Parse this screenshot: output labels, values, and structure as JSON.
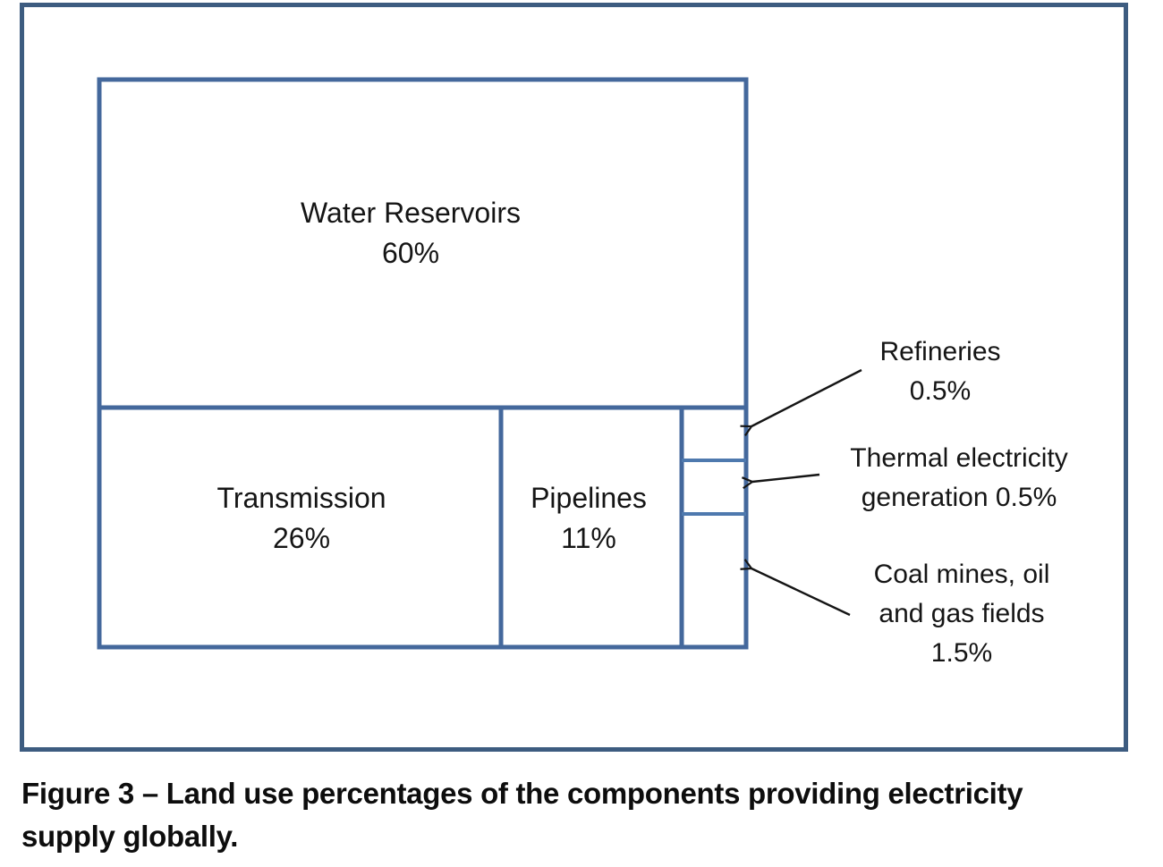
{
  "figure": {
    "caption_line1": "Figure 3 – Land use percentages of the components providing electricity",
    "caption_line2": "supply globally.",
    "colors": {
      "outer_frame": "#3d5c80",
      "treemap_line": "#44689c",
      "treemap_thin_line": "#4e79ae",
      "arrow": "#151515",
      "text": "#151515",
      "background": "#ffffff"
    }
  },
  "chart_data": {
    "type": "treemap",
    "title": "Land use percentages of the components providing electricity supply globally",
    "legend_position": "none",
    "segments": [
      {
        "label": "Water Reservoirs",
        "value_pct": 60,
        "value_label": "60%"
      },
      {
        "label": "Transmission",
        "value_pct": 26,
        "value_label": "26%"
      },
      {
        "label": "Pipelines",
        "value_pct": 11,
        "value_label": "11%"
      },
      {
        "label": "Refineries",
        "value_pct": 0.5,
        "value_label": "0.5%"
      },
      {
        "label": "Thermal electricity generation",
        "value_pct": 0.5,
        "value_label": "0.5%"
      },
      {
        "label": "Coal mines, oil and gas fields",
        "value_pct": 1.5,
        "value_label": "1.5%"
      }
    ]
  },
  "treemap_labels": {
    "water": {
      "line1": "Water Reservoirs",
      "line2": "60%"
    },
    "transmission": {
      "line1": "Transmission",
      "line2": "26%"
    },
    "pipelines": {
      "line1": "Pipelines",
      "line2": "11%"
    }
  },
  "callouts": {
    "refineries": {
      "line1": "Refineries",
      "line2": "0.5%"
    },
    "thermal": {
      "line1": "Thermal electricity",
      "line2": "generation 0.5%"
    },
    "coal": {
      "line1": "Coal mines, oil",
      "line2": "and gas fields",
      "line3": "1.5%"
    }
  }
}
